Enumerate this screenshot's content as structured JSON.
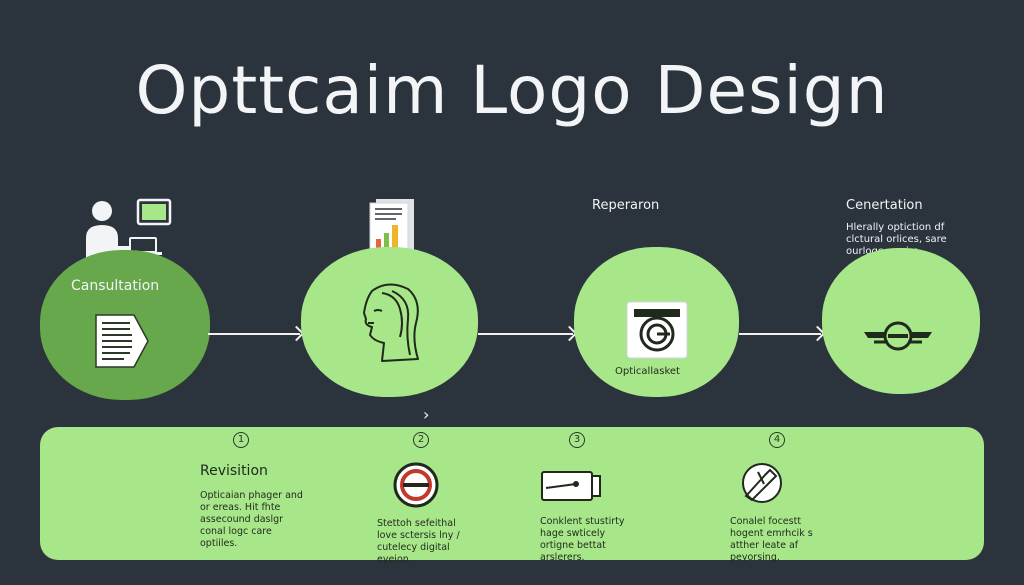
{
  "title": "Opttcaim Logo Design",
  "colors": {
    "background": "#2b333c",
    "node_green": "#a8e68a",
    "node_dark_green": "#66a84b"
  },
  "steps": [
    {
      "label": "Cansultation",
      "icon": "document-icon"
    },
    {
      "label": "",
      "icon": "face-profile-icon"
    },
    {
      "label": "Reperaron",
      "caption": "Opticallasket",
      "icon": "camera-logo-icon"
    },
    {
      "label": "Cenertation",
      "description": "Hlerally optiction df clctural orlices, sare ourloge gneirs.",
      "icon": "winged-logo-icon"
    }
  ],
  "panel": {
    "items": [
      {
        "number": "1",
        "heading": "Revisition",
        "text": "Opticaian phager and or ereas. Hit fhte assecound daslgr conal logc care optiiles."
      },
      {
        "number": "2",
        "text": "Stettoh sefeithal love sctersis lny / cutelecy digital eyeion."
      },
      {
        "number": "3",
        "text": "Conklent stustirty hage swticely ortigne bettat arslerers."
      },
      {
        "number": "4",
        "text": "Conalel focestt hogent emrhcik s atther leate af peyorsing."
      }
    ]
  }
}
